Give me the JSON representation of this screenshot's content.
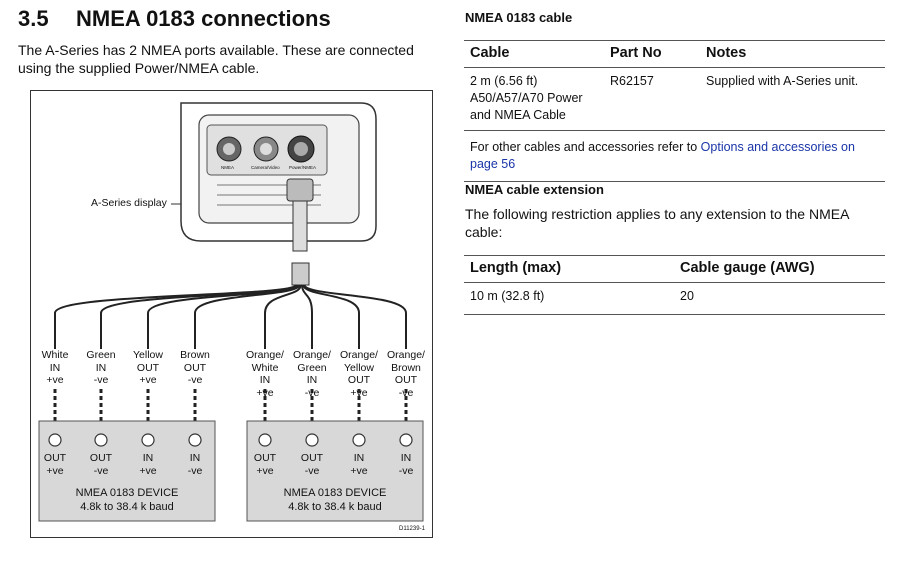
{
  "heading": {
    "number": "3.5",
    "title": "NMEA 0183 connections"
  },
  "intro": "The A-Series has 2 NMEA ports available. These are connected using the supplied Power/NMEA cable.",
  "diagram": {
    "display_label": "A-Series display",
    "port_labels": [
      "NMEA",
      "Camera/Video",
      "Power/NMEA"
    ],
    "wires_left": [
      {
        "color": "White",
        "dir": "IN",
        "pol": "+ve"
      },
      {
        "color": "Green",
        "dir": "IN",
        "pol": "-ve"
      },
      {
        "color": "Yellow",
        "dir": "OUT",
        "pol": "+ve"
      },
      {
        "color": "Brown",
        "dir": "OUT",
        "pol": "-ve"
      }
    ],
    "wires_right": [
      {
        "color": "Orange/ White",
        "dir": "IN",
        "pol": "+ve"
      },
      {
        "color": "Orange/ Green",
        "dir": "IN",
        "pol": "-ve"
      },
      {
        "color": "Orange/ Yellow",
        "dir": "OUT",
        "pol": "+ve"
      },
      {
        "color": "Orange/ Brown",
        "dir": "OUT",
        "pol": "-ve"
      }
    ],
    "device_terminals": [
      {
        "dir": "OUT",
        "pol": "+ve"
      },
      {
        "dir": "OUT",
        "pol": "-ve"
      },
      {
        "dir": "IN",
        "pol": "+ve"
      },
      {
        "dir": "IN",
        "pol": "-ve"
      }
    ],
    "device_name": "NMEA 0183  DEVICE",
    "device_baud": "4.8k to 38.4 k baud",
    "figure_id": "D11239-1"
  },
  "cable_section": {
    "title": "NMEA 0183 cable",
    "headers": [
      "Cable",
      "Part No",
      "Notes"
    ],
    "row": {
      "cable": [
        "2 m (6.56 ft)",
        "A50/A57/A70 Power",
        "and NMEA Cable"
      ],
      "part_no": "R62157",
      "notes": "Supplied with A-Series unit."
    },
    "footnote_text": "For other cables and accessories refer to ",
    "footnote_link": "Options and accessories on page 56"
  },
  "extension_section": {
    "title": "NMEA cable extension",
    "text": "The following restriction applies to any extension to the NMEA cable:",
    "headers": [
      "Length (max)",
      "Cable gauge (AWG)"
    ],
    "row": [
      "10 m (32.8 ft)",
      "20"
    ]
  }
}
